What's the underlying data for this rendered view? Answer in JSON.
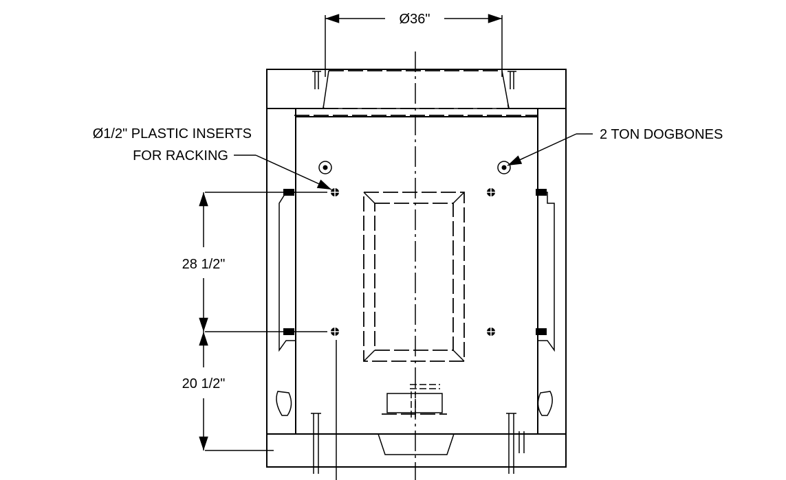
{
  "labels": {
    "diameter": "Ø36\"",
    "inserts_line1": "Ø1/2\" PLASTIC INSERTS",
    "inserts_line2": "FOR RACKING",
    "dogbones": "2 TON DOGBONES",
    "dim_upper": "28 1/2\"",
    "dim_lower": "20 1/2\""
  }
}
